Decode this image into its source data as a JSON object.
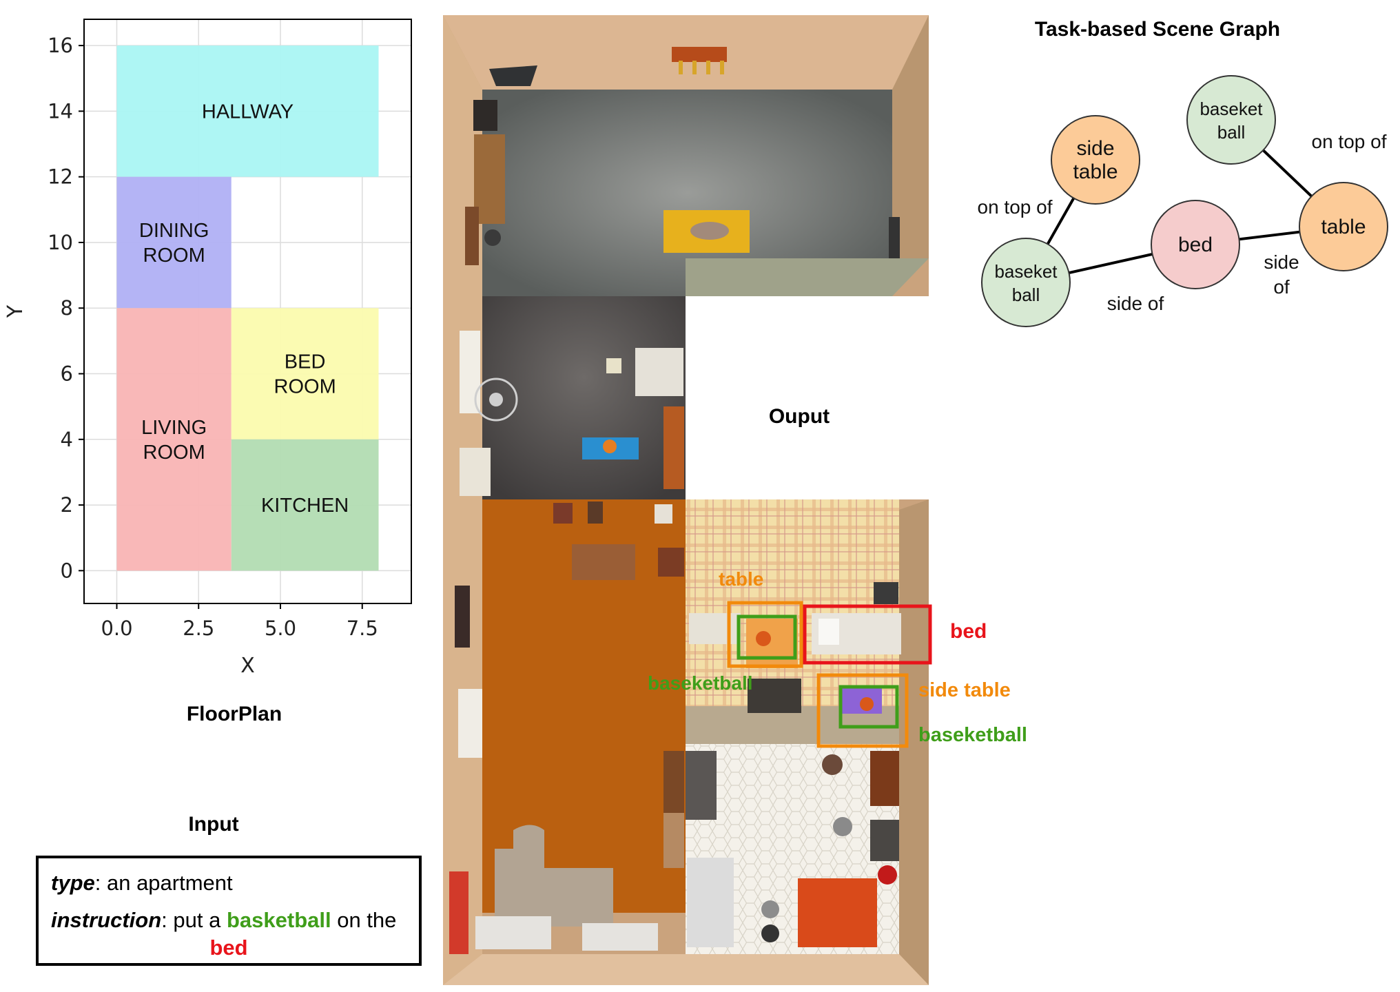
{
  "floorplan": {
    "caption": "FloorPlan",
    "xlabel": "X",
    "ylabel": "Y",
    "x_ticks": [
      "0.0",
      "2.5",
      "5.0",
      "7.5"
    ],
    "y_ticks": [
      "0",
      "2",
      "4",
      "6",
      "8",
      "10",
      "12",
      "14",
      "16"
    ],
    "xlim": [
      -1,
      9
    ],
    "ylim": [
      -1,
      16.8
    ],
    "rooms": [
      {
        "id": "hallway",
        "label_lines": [
          "HALLWAY"
        ],
        "x0": 0,
        "x1": 8,
        "y0": 12,
        "y1": 16,
        "color": "#aaf5f3"
      },
      {
        "id": "dining",
        "label_lines": [
          "DINING",
          "ROOM"
        ],
        "x0": 0,
        "x1": 3.5,
        "y0": 8,
        "y1": 12,
        "color": "#b0b0f4"
      },
      {
        "id": "living",
        "label_lines": [
          "LIVING",
          "ROOM"
        ],
        "x0": 0,
        "x1": 3.5,
        "y0": 0,
        "y1": 8,
        "color": "#f9b4b4"
      },
      {
        "id": "bed",
        "label_lines": [
          "BED",
          "ROOM"
        ],
        "x0": 3.5,
        "x1": 8,
        "y0": 4,
        "y1": 8,
        "color": "#fbfbae"
      },
      {
        "id": "kitchen",
        "label_lines": [
          "KITCHEN"
        ],
        "x0": 3.5,
        "x1": 8,
        "y0": 0,
        "y1": 4,
        "color": "#b2dcb2"
      }
    ]
  },
  "input": {
    "caption": "Input",
    "type_key": "type",
    "type_value": ": an apartment",
    "instruction_key": "instruction",
    "instruction_pre": ": put a ",
    "instruction_object": "basketball",
    "instruction_mid": " on the",
    "instruction_target": "bed"
  },
  "output": {
    "caption": "Ouput",
    "labels": {
      "table": "table",
      "bed": "bed",
      "basketball_1": "baseketball",
      "side_table": "side table",
      "basketball_2": "baseketball"
    },
    "colors": {
      "orange": "#f28a0c",
      "red": "#e8141b",
      "green": "#3f9e1a"
    }
  },
  "graph": {
    "title": "Task-based Scene Graph",
    "nodes": [
      {
        "id": "side_table",
        "lines": [
          "side",
          "table"
        ],
        "color": "#fccb98"
      },
      {
        "id": "ball_a",
        "lines": [
          "baseket",
          "ball"
        ],
        "color": "#d7e9d3"
      },
      {
        "id": "bed",
        "lines": [
          "bed"
        ],
        "color": "#f5cccc"
      },
      {
        "id": "table",
        "lines": [
          "table"
        ],
        "color": "#fccb98"
      },
      {
        "id": "ball_b",
        "lines": [
          "baseket",
          "ball"
        ],
        "color": "#d7e9d3"
      }
    ],
    "edges": [
      {
        "from": "ball_a",
        "to": "side_table",
        "label_lines": [
          "on top of"
        ]
      },
      {
        "from": "ball_a",
        "to": "bed",
        "label_lines": [
          "side of"
        ]
      },
      {
        "from": "bed",
        "to": "table",
        "label_lines": [
          "side",
          "of"
        ]
      },
      {
        "from": "ball_b",
        "to": "table",
        "label_lines": [
          "on top of"
        ]
      }
    ]
  }
}
